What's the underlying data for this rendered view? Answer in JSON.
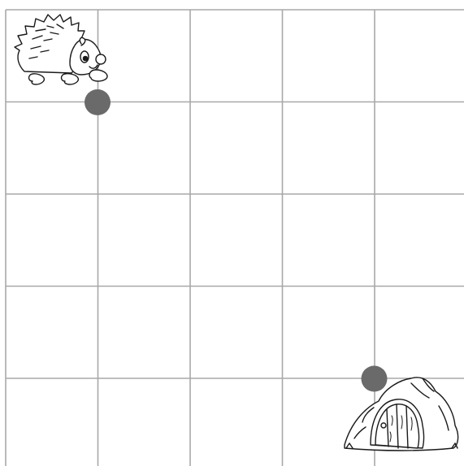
{
  "grid": {
    "columns": 5,
    "rows": 5,
    "line_color": "#a8a8a8"
  },
  "markers": [
    {
      "name": "start-dot",
      "at_intersection": [
        1,
        1
      ],
      "color": "#6a6a6a"
    },
    {
      "name": "goal-dot",
      "at_intersection": [
        4,
        4
      ],
      "color": "#6a6a6a"
    }
  ],
  "characters": {
    "hedgehog": {
      "icon": "hedgehog-icon",
      "cell": [
        0,
        0
      ]
    },
    "burrow": {
      "icon": "burrow-house-icon",
      "cell": [
        4,
        4
      ]
    }
  }
}
